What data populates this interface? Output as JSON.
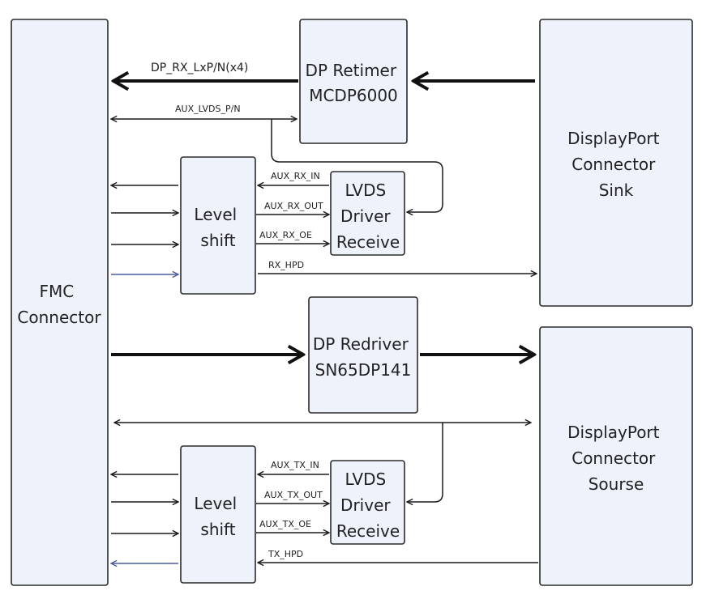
{
  "blocks": {
    "fmc": {
      "lines": [
        "FMC",
        "Connector"
      ]
    },
    "dp_retimer": {
      "lines": [
        "DP Retimer",
        "MCDP6000"
      ]
    },
    "dp_sink": {
      "lines": [
        "DisplayPort",
        "Connector",
        "Sink"
      ]
    },
    "level_shift_rx": {
      "lines": [
        "Level",
        "shift"
      ]
    },
    "lvds_rx": {
      "lines": [
        "LVDS",
        "Driver",
        "Receive"
      ]
    },
    "dp_redriver": {
      "lines": [
        "DP Redriver",
        "SN65DP141"
      ]
    },
    "dp_source": {
      "lines": [
        "DisplayPort",
        "Connector",
        "Sourse"
      ]
    },
    "level_shift_tx": {
      "lines": [
        "Level",
        "shift"
      ]
    },
    "lvds_tx": {
      "lines": [
        "LVDS",
        "Driver",
        "Receive"
      ]
    }
  },
  "signals": {
    "dp_rx": "DP_RX_LxP/N(x4)",
    "aux_lvds": "AUX_LVDS_P/N",
    "aux_rx_in": "AUX_RX_IN",
    "aux_rx_out": "AUX_RX_OUT",
    "aux_rx_oe": "AUX_RX_OE",
    "rx_hpd": "RX_HPD",
    "aux_tx_in": "AUX_TX_IN",
    "aux_tx_out": "AUX_TX_OUT",
    "aux_tx_oe": "AUX_TX_OE",
    "tx_hpd": "TX_HPD"
  },
  "colors": {
    "box_fill": "#eef3fb",
    "line": "#111111",
    "hpd_arrow": "#4a5fa0"
  }
}
